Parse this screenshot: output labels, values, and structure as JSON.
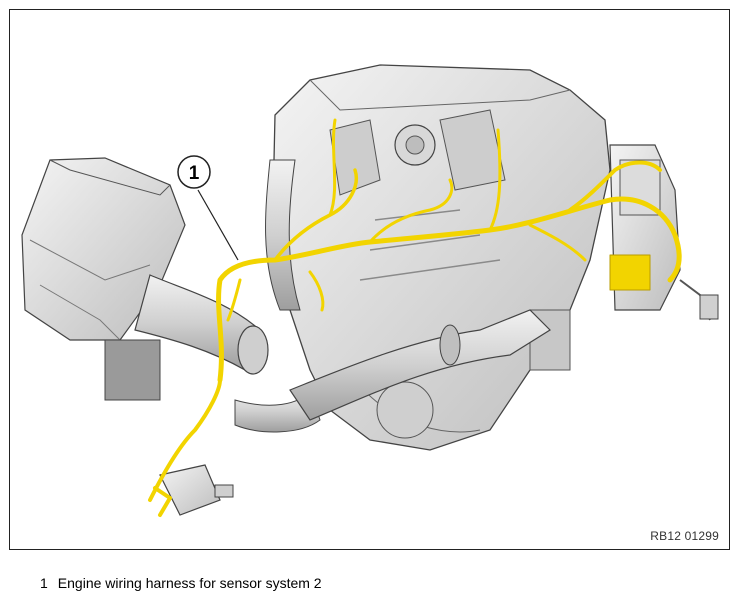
{
  "figure": {
    "callout": "1",
    "reference_code": "RB12 01299",
    "harness_color": "#f2d400"
  },
  "legend": [
    {
      "number": "1",
      "text": "Engine wiring harness for sensor system 2"
    }
  ]
}
